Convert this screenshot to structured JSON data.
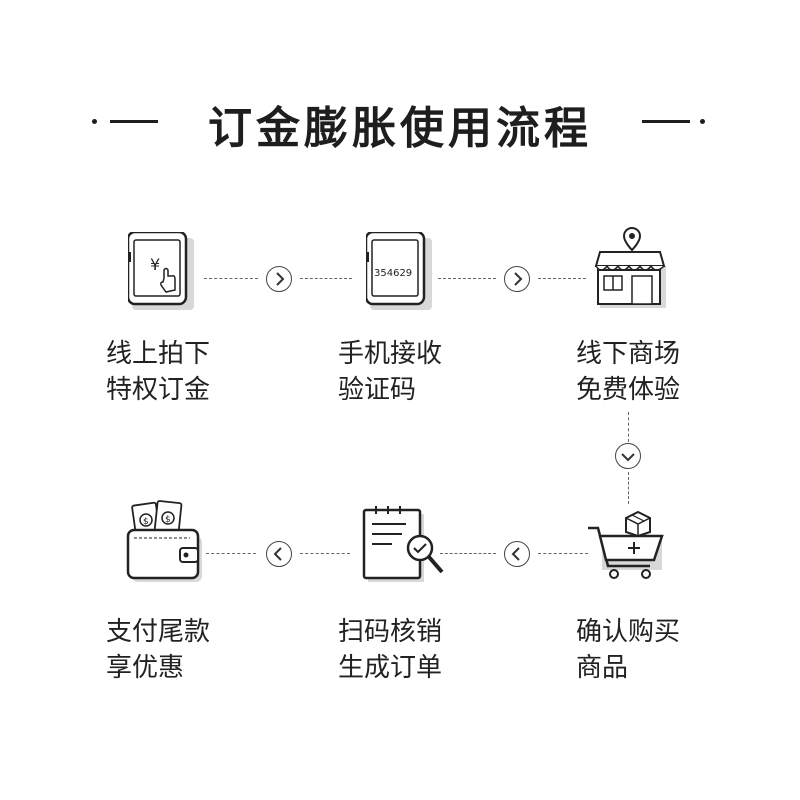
{
  "title": "订金膨胀使用流程",
  "steps": [
    {
      "icon": "phone-yuan-tap-icon",
      "line1": "线上拍下",
      "line2": "特权订金"
    },
    {
      "icon": "phone-code-icon",
      "line1": "手机接收",
      "line2": "验证码",
      "code": "354629"
    },
    {
      "icon": "store-location-icon",
      "line1": "线下商场",
      "line2": "免费体验"
    },
    {
      "icon": "wallet-money-icon",
      "line1": "支付尾款",
      "line2": "享优惠"
    },
    {
      "icon": "document-scan-icon",
      "line1": "扫码核销",
      "line2": "生成订单"
    },
    {
      "icon": "cart-box-icon",
      "line1": "确认购买",
      "line2": "商品"
    }
  ],
  "yuan_symbol": "¥",
  "dollar_symbol": "$"
}
